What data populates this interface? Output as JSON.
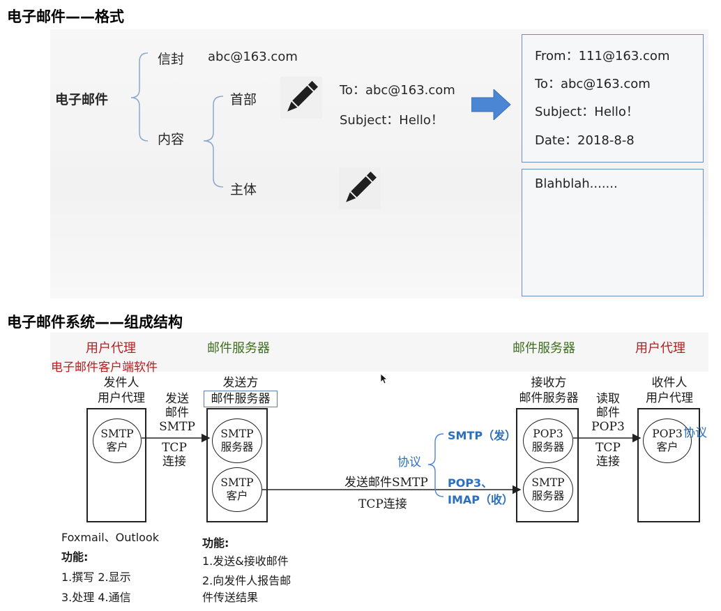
{
  "section1": {
    "title": "电子邮件——格式",
    "root": "电子邮件",
    "envelope_label": "信封",
    "envelope_value": "abc@163.com",
    "content_label": "内容",
    "header_label": "首部",
    "body_label": "主体",
    "header_to": "To：abc@163.com",
    "header_subject": "Subject：Hello！",
    "result_header": {
      "from": "From：111@163.com",
      "to": "To：abc@163.com",
      "subject": "Subject：Hello！",
      "date": "Date：2018-8-8"
    },
    "result_body": "Blahblah.......",
    "icons": [
      "pencil-icon",
      "pencil-icon",
      "arrow-right-icon"
    ]
  },
  "section2": {
    "title": "电子邮件系统——组成结构",
    "ua_left": "用户代理",
    "ms_left": "邮件服务器",
    "ms_right": "邮件服务器",
    "ua_right": "用户代理",
    "client_software": "电子邮件客户端软件",
    "sender_ua": [
      "发件人",
      "用户代理"
    ],
    "sender_server": [
      "发送方",
      "邮件服务器"
    ],
    "receiver_server": [
      "接收方",
      "邮件服务器"
    ],
    "receiver_ua": [
      "收件人",
      "用户代理"
    ],
    "send_mail": [
      "发送",
      "邮件",
      "SMTP"
    ],
    "tcp_left": [
      "TCP",
      "连接"
    ],
    "read_mail": [
      "读取",
      "邮件",
      "POP3"
    ],
    "tcp_right": [
      "TCP",
      "连接"
    ],
    "smtp_client_1": [
      "SMTP",
      "客户"
    ],
    "smtp_server_1": [
      "SMTP",
      "服务器"
    ],
    "smtp_client_2": [
      "SMTP",
      "客户"
    ],
    "pop3_server": [
      "POP3",
      "服务器"
    ],
    "smtp_server_2": [
      "SMTP",
      "服务器"
    ],
    "pop3_client": [
      "POP3",
      "客户"
    ],
    "middle_send": "发送邮件SMTP",
    "middle_tcp": "TCP连接",
    "protocol_label": "协议",
    "protocol_smtp": "SMTP（发）",
    "protocol_pop3": "POP3、",
    "protocol_imap": "IMAP（收）",
    "protocol_right": "协议",
    "left_clients": "Foxmail、Outlook",
    "left_func_title": "功能:",
    "left_func_1": "1.撰写   2.显示",
    "left_func_2": "3.处理   4.通信",
    "server_func_title": "功能:",
    "server_func_1": "1.发送&接收邮件",
    "server_func_2": "2.向发件人报告邮",
    "server_func_3": "件传送结果"
  },
  "colors": {
    "red": "#b52020",
    "green": "#3c6e1e",
    "blue": "#2a6fc0",
    "arrow": "#4a86d4"
  }
}
